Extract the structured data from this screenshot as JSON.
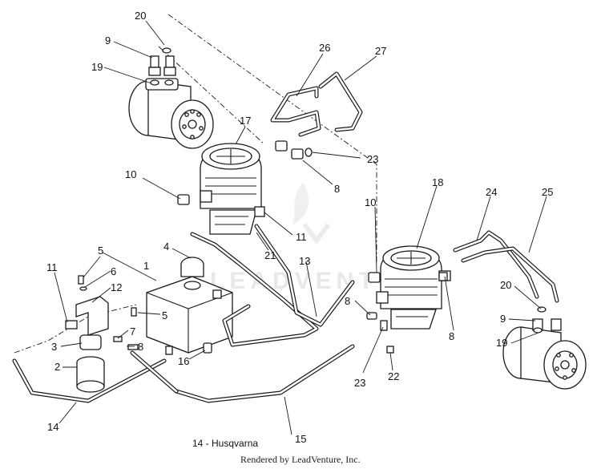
{
  "diagram": {
    "model_label": "14 - Husqvarna",
    "credit": "Rendered by LeadVenture, Inc.",
    "watermark": "LEADVENTURE",
    "callouts": {
      "c1": "1",
      "c2": "2",
      "c3": "3",
      "c4": "4",
      "c5a": "5",
      "c5b": "5",
      "c6": "6",
      "c7": "7",
      "c8a": "8",
      "c8b": "8",
      "c8c": "8",
      "c8d": "8",
      "c9a": "9",
      "c9b": "9",
      "c10a": "10",
      "c10b": "10",
      "c11a": "11",
      "c11b": "11",
      "c12": "12",
      "c13": "13",
      "c14": "14",
      "c15": "15",
      "c16": "16",
      "c17": "17",
      "c18": "18",
      "c19a": "19",
      "c19b": "19",
      "c20a": "20",
      "c20b": "20",
      "c21": "21",
      "c22": "22",
      "c23a": "23",
      "c23b": "23",
      "c24": "24",
      "c25": "25",
      "c26": "26",
      "c27": "27"
    }
  }
}
